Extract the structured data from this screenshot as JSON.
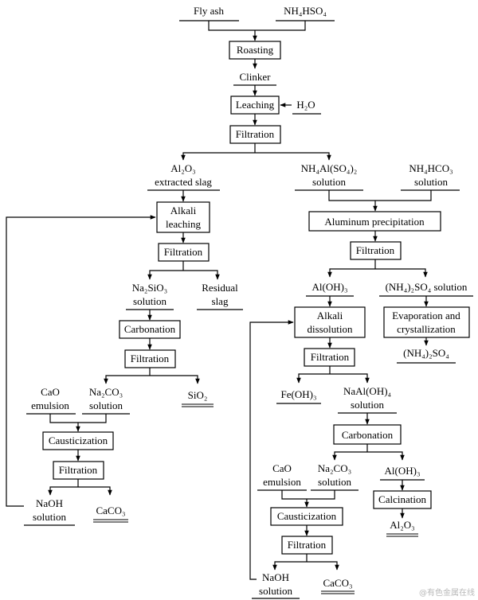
{
  "top": {
    "fly_ash": "Fly ash",
    "nh4hso4": "NH₄HSO₄"
  },
  "steps": {
    "roasting": "Roasting",
    "clinker": "Clinker",
    "leaching": "Leaching",
    "water": "H₂O",
    "filtration": "Filtration",
    "alkali_leaching": [
      "Alkali",
      "leaching"
    ],
    "carbonation": "Carbonation",
    "causticization": "Causticization",
    "aluminum_precipitation": "Aluminum precipitation",
    "alkali_dissolution": [
      "Alkali",
      "dissolution"
    ],
    "evaporation": [
      "Evaporation and",
      "crystallization"
    ],
    "calcination": "Calcination"
  },
  "materials": {
    "al2o3_slag": [
      "Al₂O₃",
      "extracted slag"
    ],
    "nh4al_solution": [
      "NH₄Al(SO₄)₂",
      "solution"
    ],
    "nh4hco3_solution": [
      "NH₄HCO₃",
      "solution"
    ],
    "na2sio3_solution": [
      "Na₂SiO₃",
      "solution"
    ],
    "residual_slag": [
      "Residual",
      "slag"
    ],
    "al_oh3": "Al(OH)₃",
    "nh4_2so4_solution": "(NH₄)₂SO₄ solution",
    "nh4_2so4": "(NH₄)₂SO₄",
    "sio2": "SiO₂",
    "cao_emulsion": [
      "CaO",
      "emulsion"
    ],
    "na2co3_solution": [
      "Na₂CO₃",
      "solution"
    ],
    "fe_oh3": "Fe(OH)₃",
    "naal_oh4_solution": [
      "NaAl(OH)₄",
      "solution"
    ],
    "naoh_solution": [
      "NaOH",
      "solution"
    ],
    "caco3": "CaCO₃",
    "al2o3": "Al₂O₃"
  },
  "watermark": "@有色金属在线"
}
